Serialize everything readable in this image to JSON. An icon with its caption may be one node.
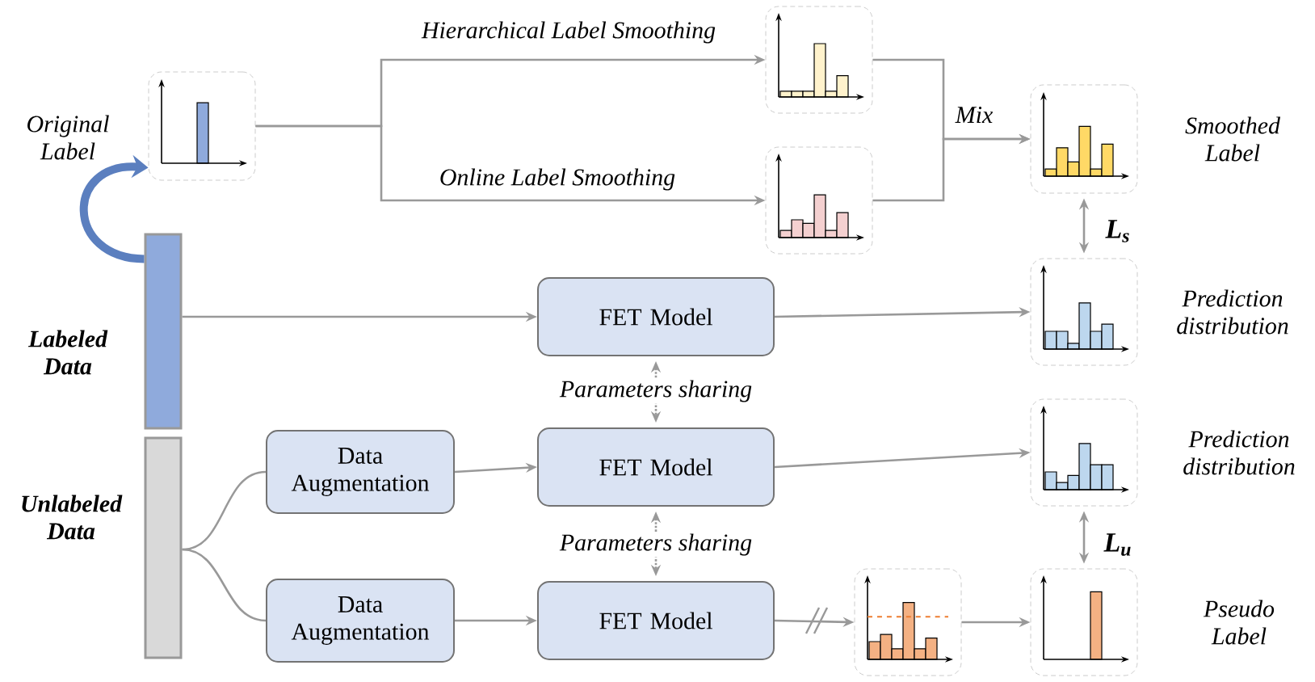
{
  "diagram": {
    "nodes": [
      {
        "text": [],
        "shape": "bar",
        "beside": [
          "Labeled Data"
        ]
      },
      {
        "text": [],
        "shape": "bar",
        "beside": [
          "Unlabeled Data"
        ]
      },
      {
        "text": [],
        "shape": "picture",
        "beside": [
          "Original Label"
        ]
      },
      {
        "text": [],
        "shape": "picture"
      },
      {
        "text": [],
        "shape": "picture"
      },
      {
        "text": [],
        "shape": "picture",
        "beside": [
          "Smoothed Label"
        ]
      },
      {
        "text": [
          "FET Model"
        ]
      },
      {
        "text": [],
        "shape": "picture",
        "beside": [
          "Prediction distribution"
        ]
      },
      {
        "text": [
          "Data Augmentation"
        ]
      },
      {
        "text": [
          "FET Model"
        ]
      },
      {
        "text": [],
        "shape": "picture",
        "beside": [
          "Prediction distribution"
        ]
      },
      {
        "text": [
          "Data Augmentation"
        ]
      },
      {
        "text": [
          "FET Model"
        ]
      },
      {
        "text": [],
        "shape": "picture"
      },
      {
        "text": [],
        "shape": "picture",
        "beside": [
          "Pseudo Label"
        ]
      }
    ],
    "edges": [
      {
        "from": 0,
        "to": 2,
        "arrow": "to",
        "style": "thick",
        "color": "#5b7fbf"
      },
      {
        "from": 2,
        "to": 3,
        "arrow": "to",
        "label": "Hierarchical Label Smoothing"
      },
      {
        "from": 2,
        "to": 4,
        "arrow": "to",
        "label": "Online Label Smoothing"
      },
      {
        "from": 3,
        "to": 5,
        "arrow": "to",
        "label": "Mix"
      },
      {
        "from": 4,
        "to": 5,
        "arrow": "to"
      },
      {
        "from": 0,
        "to": 6,
        "arrow": "to"
      },
      {
        "from": 6,
        "to": 7,
        "arrow": "to"
      },
      {
        "from": 5,
        "to": 7,
        "arrow": "both",
        "label": "**L**$_{s}$"
      },
      {
        "from": 6,
        "to": 9,
        "arrow": "both",
        "style": "dashed",
        "label": "Parameters sharing"
      },
      {
        "from": 1,
        "to": 8,
        "arrow": "none"
      },
      {
        "from": 1,
        "to": 11,
        "arrow": "none"
      },
      {
        "from": 8,
        "to": 9,
        "arrow": "to"
      },
      {
        "from": 9,
        "to": 10,
        "arrow": "to"
      },
      {
        "from": 10,
        "to": 14,
        "arrow": "both",
        "label": "**L**$_{u}$"
      },
      {
        "from": 9,
        "to": 12,
        "arrow": "both",
        "style": "dashed",
        "label": "Parameters sharing"
      },
      {
        "from": 11,
        "to": 12,
        "arrow": "to"
      },
      {
        "from": 12,
        "to": 13,
        "arrow": "to"
      },
      {
        "from": 13,
        "to": 14,
        "arrow": "to"
      }
    ]
  }
}
